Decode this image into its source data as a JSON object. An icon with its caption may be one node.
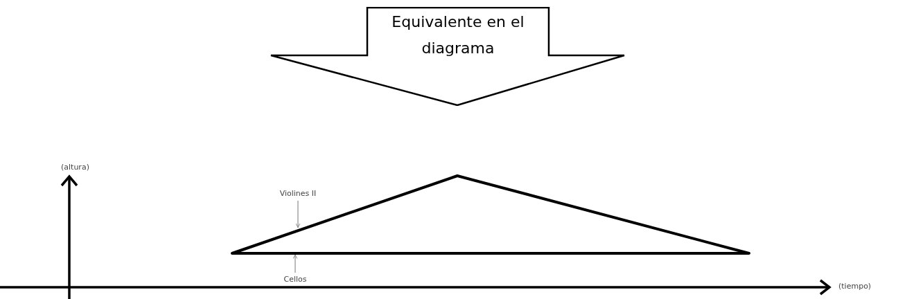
{
  "diagram": {
    "nodes": [
      {
        "text": [
          "Equivalente en el diagrama"
        ]
      },
      {
        "text": [
          "Violines II"
        ]
      },
      {
        "text": [],
        "shape": "triangle"
      },
      {
        "text": [
          "Cellos"
        ]
      }
    ],
    "edges": [
      {
        "from": 1,
        "to": 2,
        "arrow": "to"
      },
      {
        "from": 3,
        "to": 2,
        "arrow": "to"
      }
    ],
    "labels": [
      "(altura)",
      "(tiempo)"
    ]
  }
}
